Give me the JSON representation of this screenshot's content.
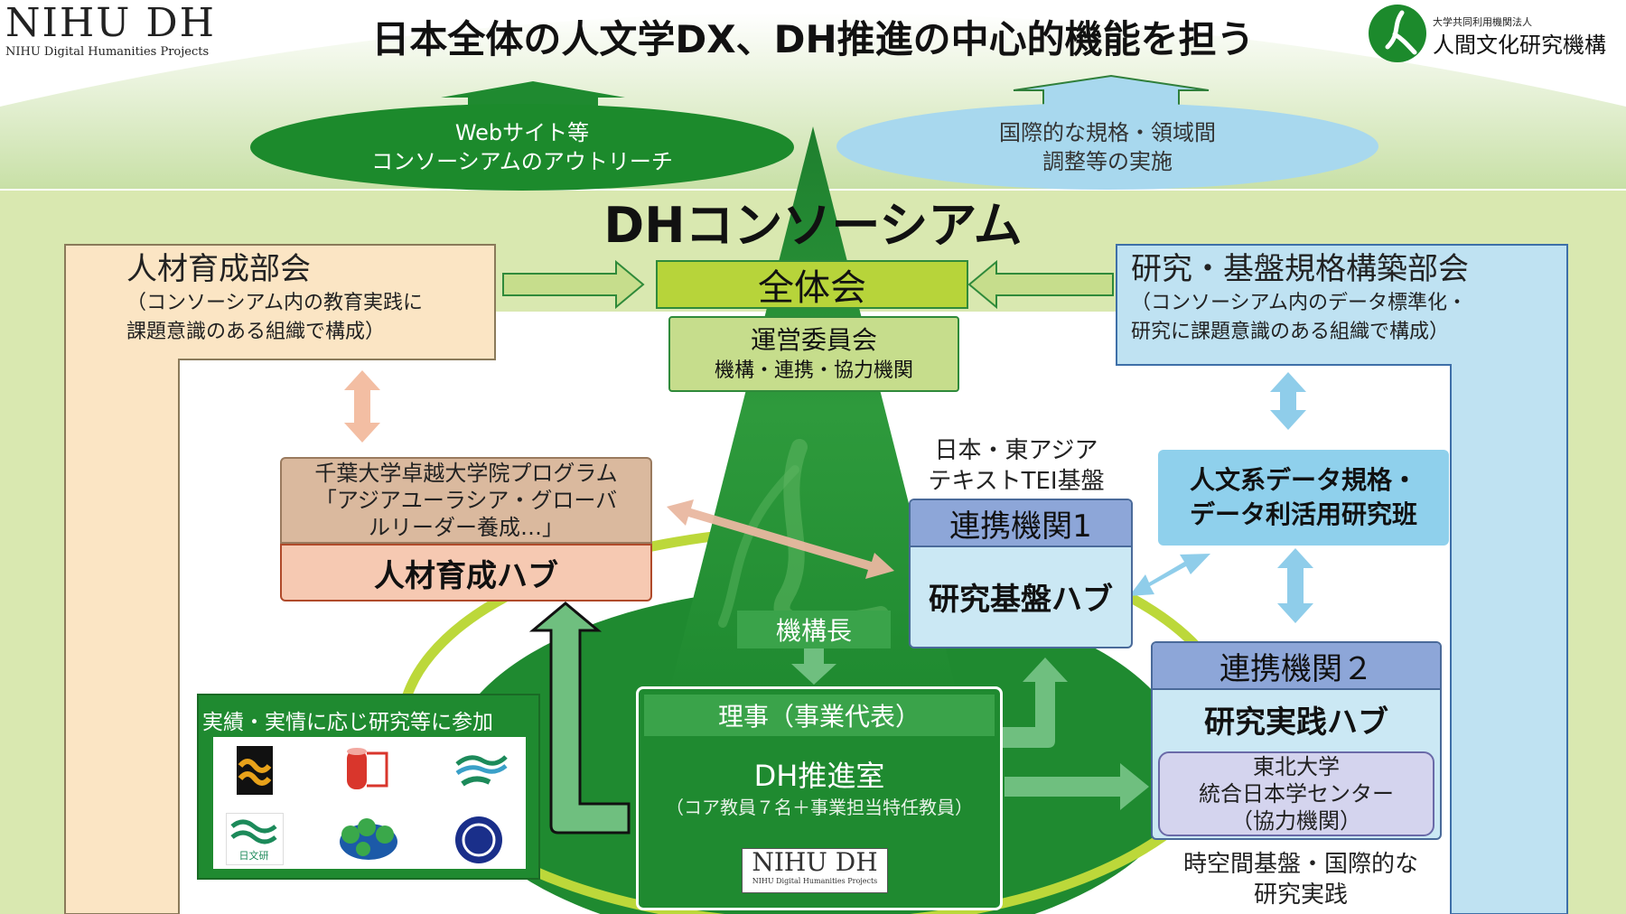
{
  "header": {
    "logo_main": "NIHU DH",
    "logo_sub": "NIHU Digital Humanities Projects",
    "title": "日本全体の人文学DX、DH推進の中心的機能を担う",
    "org_small": "大学共同利用機関法人",
    "org_name": "人間文化研究機構"
  },
  "outreach": {
    "line1": "Webサイト等",
    "line2": "コンソーシアムのアウトリーチ"
  },
  "international": {
    "line1": "国際的な規格・領域間",
    "line2": "調整等の実施"
  },
  "consortium_title": "DHコンソーシアム",
  "hr_committee": {
    "title": "人材育成部会",
    "line1": "（コンソーシアム内の教育実践に",
    "line2": "課題意識のある組織で構成）"
  },
  "research_committee": {
    "title": "研究・基盤規格構築部会",
    "line1": "（コンソーシアム内のデータ標準化・",
    "line2": "研究に課題意識のある組織で構成）"
  },
  "general_assembly": "全体会",
  "steering": {
    "title": "運営委員会",
    "sub": "機構・連携・協力機関"
  },
  "chiba": {
    "line1": "千葉大学卓越大学院プログラム",
    "line2": "「アジアユーラシア・グローバ",
    "line3": "ルリーダー養成…」"
  },
  "hr_hub": "人材育成ハブ",
  "tei_label": {
    "line1": "日本・東アジア",
    "line2": "テキストTEI基盤"
  },
  "partner1": {
    "header": "連携機関1",
    "body": "研究基盤ハブ"
  },
  "data_group": {
    "line1": "人文系データ規格・",
    "line2": "データ利活用研究班"
  },
  "partner2": {
    "header": "連携機関２",
    "body": "研究実践ハブ"
  },
  "tohoku": {
    "line1": "東北大学",
    "line2": "統合日本学センター",
    "line3": "（協力機関）"
  },
  "spacetime": {
    "line1": "時空間基盤・国際的な",
    "line2": "研究実践"
  },
  "president": "機構長",
  "director": "理事（事業代表）",
  "dh_office": {
    "title": "DH推進室",
    "sub": "（コア教員７名＋事業担当特任教員）"
  },
  "participation": {
    "label": "実績・実情に応じ研究等に参加"
  },
  "institutes": [
    {
      "icon": "wave-emblem-icon",
      "text": ""
    },
    {
      "icon": "scroll-emblem-icon",
      "text": ""
    },
    {
      "icon": "leaf-wave-emblem-icon",
      "text": ""
    },
    {
      "icon": "nichibunken-emblem-icon",
      "text": "日文研"
    },
    {
      "icon": "globe-emblem-icon",
      "text": ""
    },
    {
      "icon": "circle-emblem-icon",
      "text": ""
    }
  ],
  "colors": {
    "dark_green": "#1c8a2c",
    "light_green": "#c6dd8c",
    "lime": "#b7d43a",
    "sky": "#a8d8ee",
    "peach": "#fbe5c4",
    "salmon": "#f3c9b0",
    "lavender": "#d4d4ee",
    "blue_header": "#8da6d8"
  }
}
